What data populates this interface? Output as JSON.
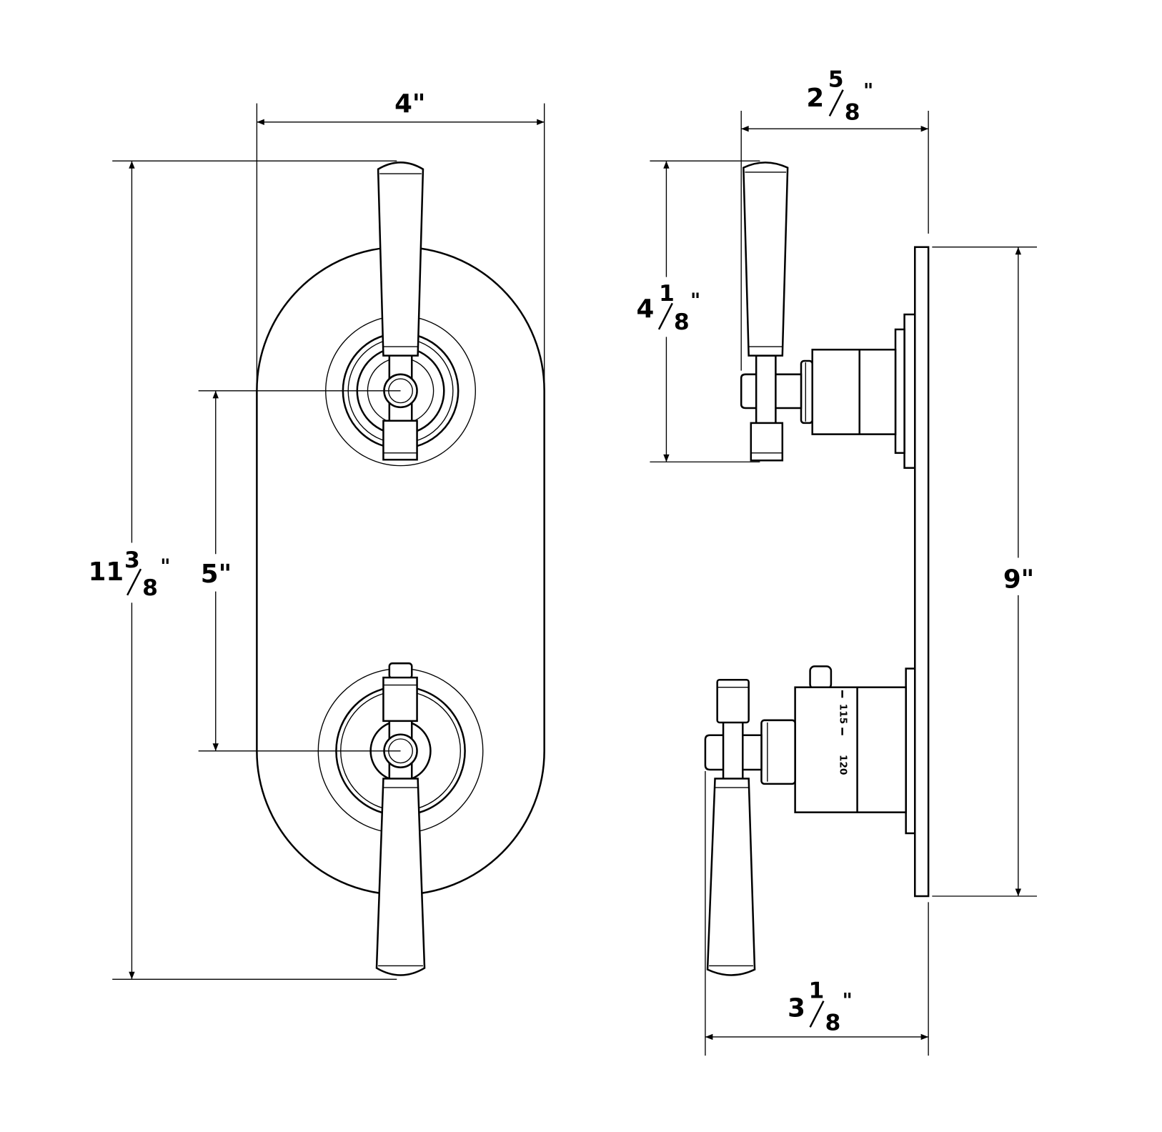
{
  "front_view": {
    "width": {
      "whole": "4",
      "unit": "\""
    },
    "overall_height": {
      "whole": "11",
      "num": "3",
      "den": "8",
      "unit": "\""
    },
    "center_spacing": {
      "whole": "5",
      "unit": "\""
    }
  },
  "side_view": {
    "upper_depth": {
      "whole": "2",
      "num": "5",
      "den": "8",
      "unit": "\""
    },
    "lever_height": {
      "whole": "4",
      "num": "1",
      "den": "8",
      "unit": "\""
    },
    "plate_height": {
      "whole": "9",
      "unit": "\""
    },
    "lower_depth": {
      "whole": "3",
      "num": "1",
      "den": "8",
      "unit": "\""
    },
    "thermostat_scale": [
      "115",
      "120"
    ]
  }
}
